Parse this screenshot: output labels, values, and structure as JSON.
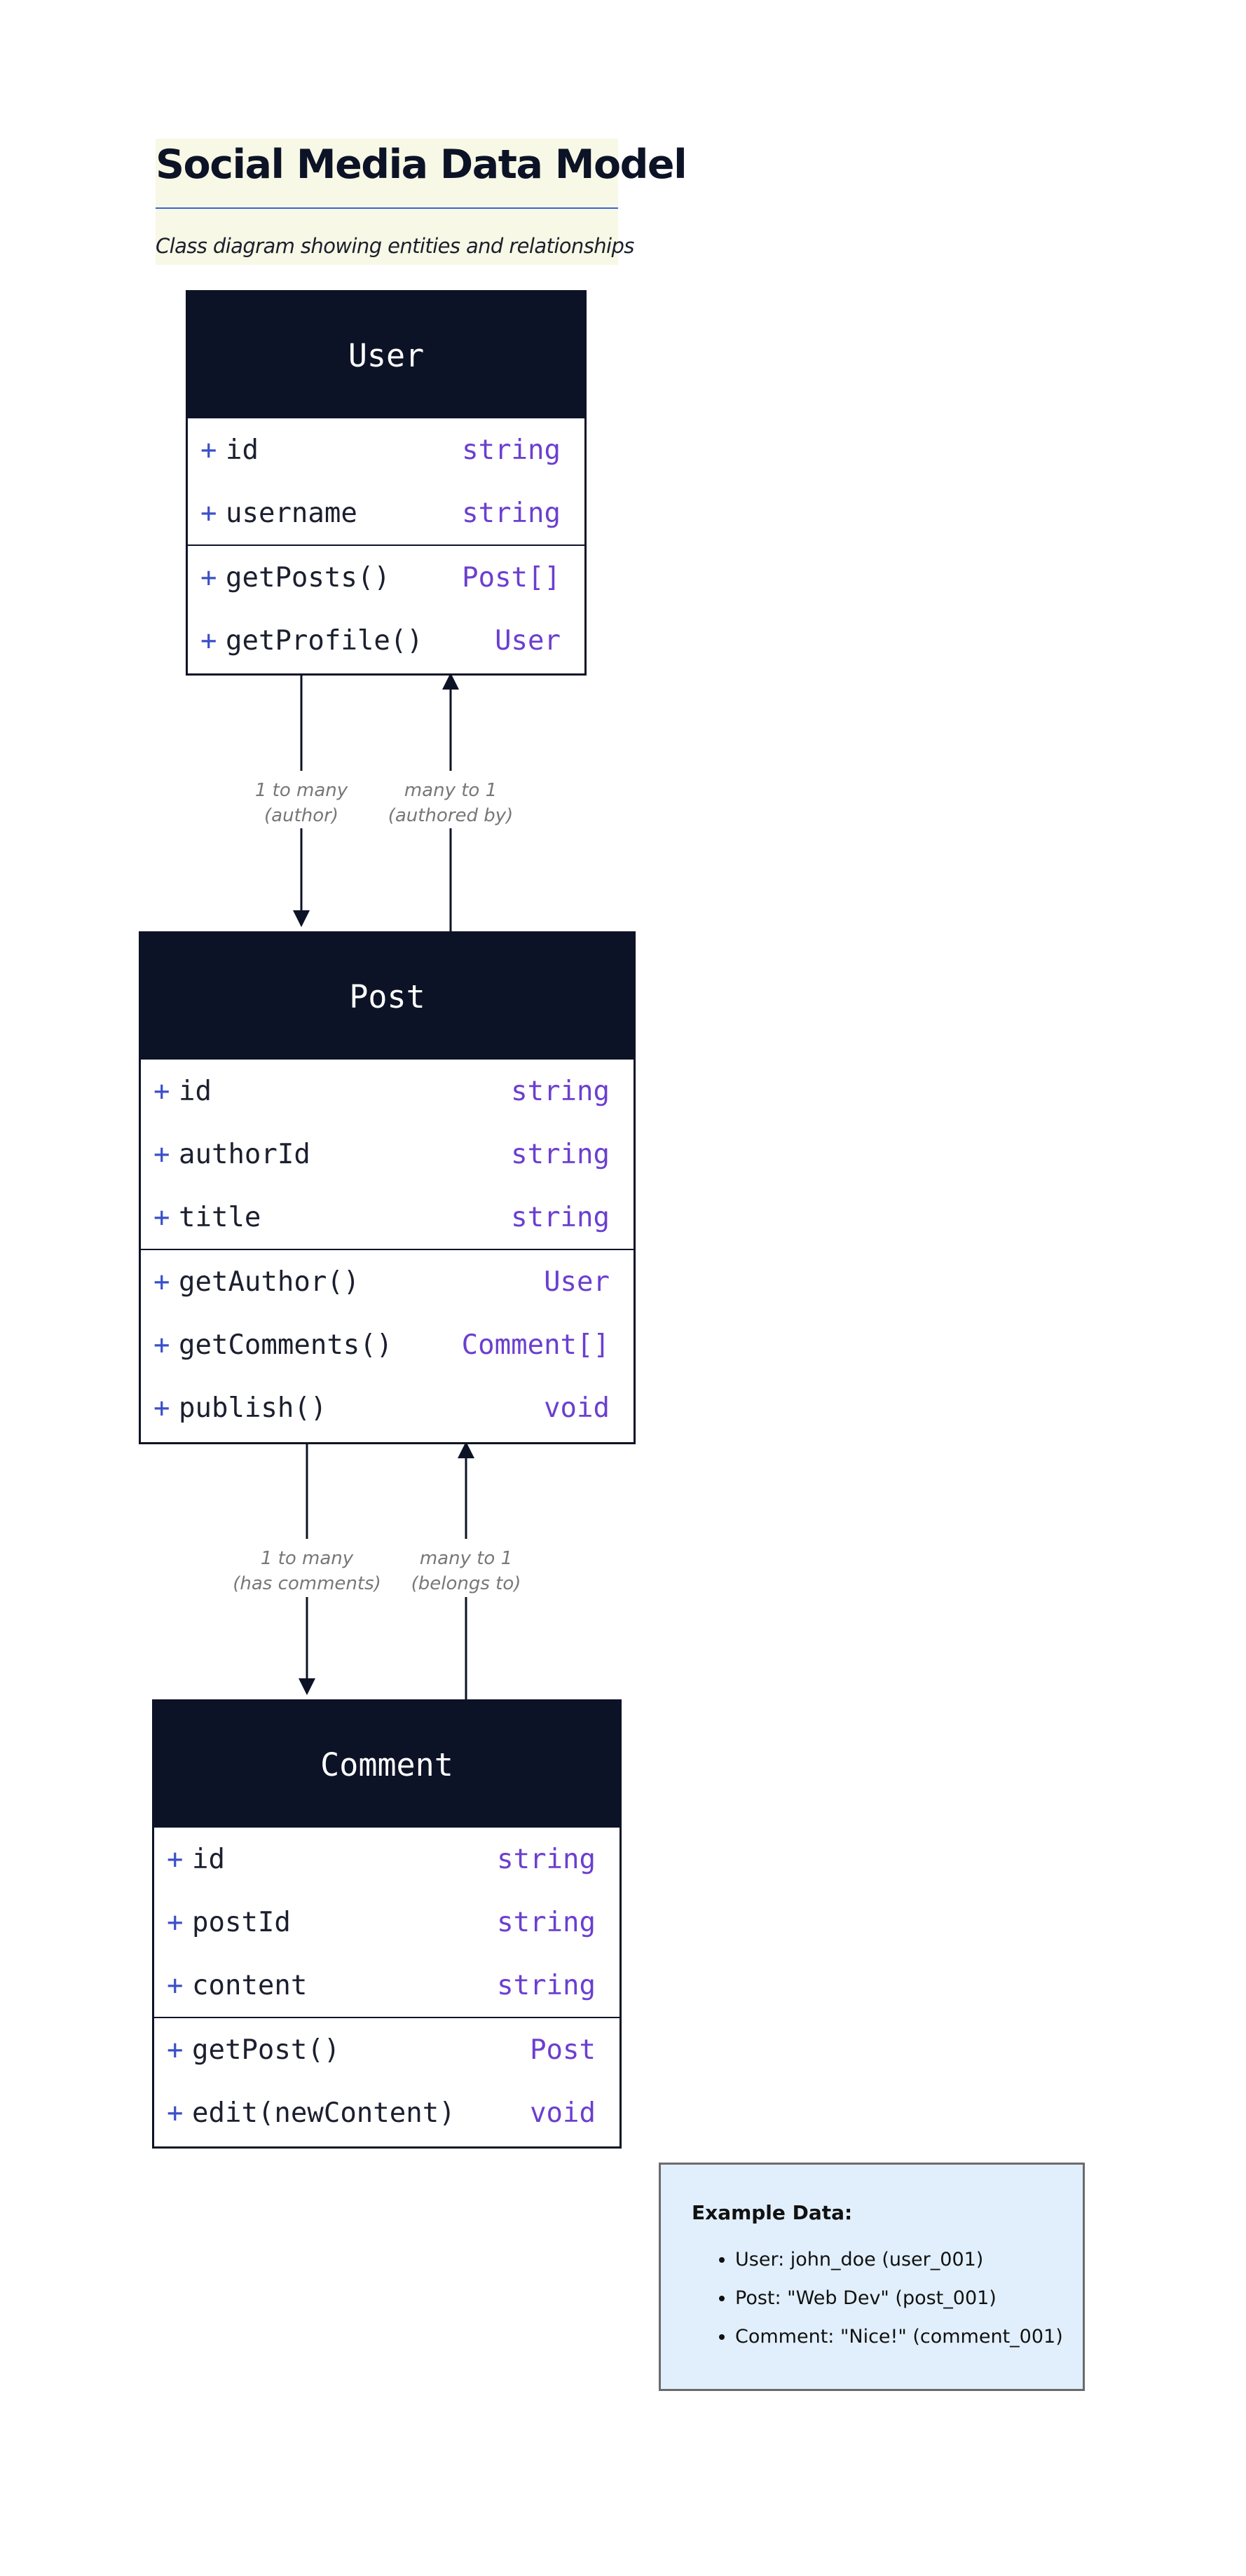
{
  "title": "Social Media Data Model",
  "subtitle": "Class diagram showing entities and relationships",
  "colors": {
    "header_bg": "#0d1326",
    "header_text": "#ffffff",
    "visibility": "#3b4fc7",
    "type": "#6b3fcf",
    "title_bg": "#f7f8e5",
    "title_rule": "#3b63d8",
    "note_bg": "#e1effc",
    "relation_label": "#777777"
  },
  "classes": {
    "user": {
      "name": "User",
      "attributes": [
        {
          "vis": "+",
          "name": "id",
          "type": "string"
        },
        {
          "vis": "+",
          "name": "username",
          "type": "string"
        }
      ],
      "methods": [
        {
          "vis": "+",
          "name": "getPosts()",
          "type": "Post[]"
        },
        {
          "vis": "+",
          "name": "getProfile()",
          "type": "User"
        }
      ]
    },
    "post": {
      "name": "Post",
      "attributes": [
        {
          "vis": "+",
          "name": "id",
          "type": "string"
        },
        {
          "vis": "+",
          "name": "authorId",
          "type": "string"
        },
        {
          "vis": "+",
          "name": "title",
          "type": "string"
        }
      ],
      "methods": [
        {
          "vis": "+",
          "name": "getAuthor()",
          "type": "User"
        },
        {
          "vis": "+",
          "name": "getComments()",
          "type": "Comment[]"
        },
        {
          "vis": "+",
          "name": "publish()",
          "type": "void"
        }
      ]
    },
    "comment": {
      "name": "Comment",
      "attributes": [
        {
          "vis": "+",
          "name": "id",
          "type": "string"
        },
        {
          "vis": "+",
          "name": "postId",
          "type": "string"
        },
        {
          "vis": "+",
          "name": "content",
          "type": "string"
        }
      ],
      "methods": [
        {
          "vis": "+",
          "name": "getPost()",
          "type": "Post"
        },
        {
          "vis": "+",
          "name": "edit(newContent)",
          "type": "void"
        }
      ]
    }
  },
  "relationships": {
    "user_post_forward": {
      "line1": "1 to many",
      "line2": "(author)"
    },
    "user_post_back": {
      "line1": "many to 1",
      "line2": "(authored by)"
    },
    "post_comment_forward": {
      "line1": "1 to many",
      "line2": "(has comments)"
    },
    "post_comment_back": {
      "line1": "many to 1",
      "line2": "(belongs to)"
    }
  },
  "example": {
    "title": "Example Data:",
    "items": [
      "User: john_doe (user_001)",
      "Post: \"Web Dev\" (post_001)",
      "Comment: \"Nice!\" (comment_001)"
    ]
  }
}
